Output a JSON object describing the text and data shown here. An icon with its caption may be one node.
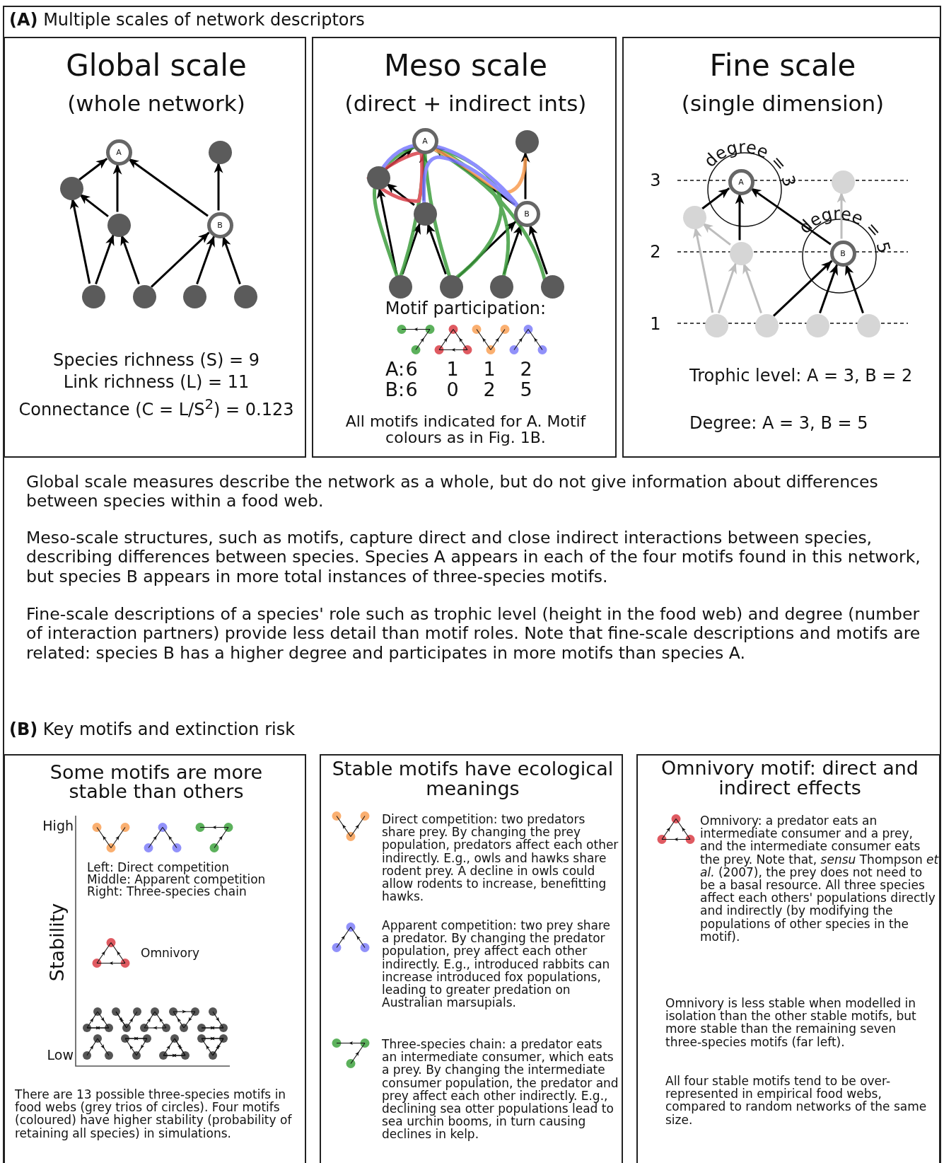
{
  "diagram": {
    "nodes": [
      {
        "text": [
          "Global scale",
          "(whole network)",
          "Species richness (S) =  9",
          "Link richness (L) = 11",
          "Connectance (C = L/S$^{2}$) = 0.123"
        ]
      },
      {
        "text": [
          "A"
        ],
        "in": 0
      },
      {
        "text": [],
        "shape": "circle",
        "in": 0
      },
      {
        "text": [],
        "shape": "circle",
        "in": 0
      },
      {
        "text": [],
        "shape": "circle",
        "in": 0
      },
      {
        "text": [
          "B"
        ],
        "in": 0
      },
      {
        "text": [],
        "shape": "circle",
        "in": 0
      },
      {
        "text": [],
        "shape": "circle",
        "in": 0
      },
      {
        "text": [],
        "shape": "circle",
        "in": 0
      },
      {
        "text": [],
        "shape": "circle",
        "in": 0
      },
      {
        "text": [
          "Meso scale",
          "(direct + indirect ints)",
          "Motif participation:",
          "All motifs indicated for A. Motif colours as in Fig. 1B."
        ]
      },
      {
        "text": [
          "A"
        ],
        "in": 10
      },
      {
        "text": [],
        "shape": "circle",
        "in": 10
      },
      {
        "text": [],
        "shape": "circle",
        "in": 10
      },
      {
        "text": [],
        "shape": "circle",
        "in": 10
      },
      {
        "text": [
          "B"
        ],
        "in": 10
      },
      {
        "text": [],
        "shape": "circle",
        "in": 10
      },
      {
        "text": [],
        "shape": "circle",
        "in": 10
      },
      {
        "text": [],
        "shape": "circle",
        "in": 10
      },
      {
        "text": [],
        "shape": "circle",
        "in": 10
      },
      {
        "text": [
          "Fine scale",
          "(single dimension)",
          "Trophic level: A = 3, B = 2",
          "Degree: A = 3, B = 5"
        ]
      },
      {
        "text": [
          "A"
        ],
        "in": 20
      },
      {
        "text": [],
        "shape": "circle",
        "in": 20
      },
      {
        "text": [],
        "shape": "circle",
        "in": 20
      },
      {
        "text": [],
        "shape": "circle",
        "in": 20
      },
      {
        "text": [
          "B"
        ],
        "in": 20
      },
      {
        "text": [],
        "shape": "circle",
        "in": 20
      },
      {
        "text": [],
        "shape": "circle",
        "in": 20
      },
      {
        "text": [],
        "shape": "circle",
        "in": 20
      },
      {
        "text": [],
        "shape": "circle",
        "in": 20
      },
      {
        "text": [
          "Some motifs are more stable than others",
          "There are 13 possible three-species motifs in food webs (grey trios of circles). Four motifs (coloured) have higher stability (probability of retaining all species) in simulations."
        ]
      },
      {
        "text": [
          "Stable motifs have ecological meanings",
          "Direct competition: two predators share prey. By changing the prey population, predators affect each other indirectly. E.g., owls and hawks share rodent prey. A decline in owls could allow rodents to increase, benefitting hawks.",
          "Apparent competition: two prey share a predator. By changing the predator population, prey affect each other indirectly. E.g., introduced rabbits can increase introduced fox populations, leading to greater predation on Australian marsupials.",
          "Three-species chain: a predator eats an intermediate consumer, which eats a prey. By changing the intermediate consumer population, the predator and prey affect each other indirectly. E.g., declining sea otter populations lead to sea urchin booms, in turn causing declines in kelp."
        ]
      },
      {
        "text": [
          "Omnivory motif: direct and indirect effects",
          "Omnivory: a predator eats an intermediate consumer and a prey, and the intermediate consumer eats the prey. Note that, *sensu* Thompson *et al.* (2007), the prey does not need to be a basal resource. All three species affect each others' populations directly and indirectly (by modifying the populations of other species in the motif).",
          "Omnivory is less stable when modelled in isolation than the other stable motifs, but more stable than the remaining seven three-species motifs (far left).",
          "All four stable motifs tend to be over-represented in empirical food webs, compared to random networks of the same size."
        ]
      }
    ],
    "edges": [
      {
        "from": 3,
        "to": 1,
        "arrow": "to"
      },
      {
        "from": 4,
        "to": 1,
        "arrow": "to"
      },
      {
        "from": 5,
        "to": 1,
        "arrow": "to"
      },
      {
        "from": 5,
        "to": 2,
        "arrow": "to"
      },
      {
        "from": 4,
        "to": 3,
        "arrow": "to"
      },
      {
        "from": 6,
        "to": 3,
        "arrow": "to"
      },
      {
        "from": 6,
        "to": 4,
        "arrow": "to"
      },
      {
        "from": 7,
        "to": 4,
        "arrow": "to"
      },
      {
        "from": 7,
        "to": 5,
        "arrow": "to"
      },
      {
        "from": 8,
        "to": 5,
        "arrow": "to"
      },
      {
        "from": 9,
        "to": 5,
        "arrow": "to"
      },
      {
        "from": 13,
        "to": 11,
        "arrow": "to"
      },
      {
        "from": 14,
        "to": 11,
        "arrow": "to"
      },
      {
        "from": 15,
        "to": 11,
        "arrow": "to"
      },
      {
        "from": 15,
        "to": 12,
        "arrow": "to"
      },
      {
        "from": 14,
        "to": 13,
        "arrow": "to"
      },
      {
        "from": 16,
        "to": 13,
        "arrow": "to"
      },
      {
        "from": 16,
        "to": 14,
        "arrow": "to"
      },
      {
        "from": 17,
        "to": 14,
        "arrow": "to"
      },
      {
        "from": 17,
        "to": 15,
        "arrow": "to"
      },
      {
        "from": 18,
        "to": 15,
        "arrow": "to"
      },
      {
        "from": 19,
        "to": 15,
        "arrow": "to"
      },
      {
        "from": 23,
        "to": 21,
        "arrow": "to"
      },
      {
        "from": 24,
        "to": 21,
        "arrow": "to"
      },
      {
        "from": 25,
        "to": 21,
        "arrow": "to"
      },
      {
        "from": 25,
        "to": 22,
        "arrow": "to",
        "color": "#bdbdbd"
      },
      {
        "from": 24,
        "to": 23,
        "arrow": "to",
        "color": "#bdbdbd"
      },
      {
        "from": 26,
        "to": 23,
        "arrow": "to",
        "color": "#bdbdbd"
      },
      {
        "from": 26,
        "to": 24,
        "arrow": "to",
        "color": "#bdbdbd"
      },
      {
        "from": 27,
        "to": 24,
        "arrow": "to",
        "color": "#bdbdbd"
      },
      {
        "from": 27,
        "to": 25,
        "arrow": "to"
      },
      {
        "from": 28,
        "to": 25,
        "arrow": "to"
      },
      {
        "from": 29,
        "to": 25,
        "arrow": "to"
      }
    ],
    "labels": [
      "**(A)** Multiple scales of network descriptors",
      "A:",
      "6",
      "1",
      "1",
      "2",
      "B:",
      "6",
      "0",
      "2",
      "5",
      "3",
      "2",
      "1",
      "degree = 3",
      "degree = 5",
      "Global scale measures describe the network as a whole, but do not give information about differences between species within a food web.",
      "Meso-scale structures, such as motifs, capture direct and close indirect interactions between species, describing differences between species. Species A appears in each of the four motifs found in this network, but species B appears in more total instances of three-species motifs.",
      "Fine-scale descriptions of a species' role such as trophic level (height in the food web) and degree (number of interaction partners) provide less detail than motif roles. Note that fine-scale descriptions and motifs are related: species B has a higher degree and participates in more motifs than species A.",
      "**(B)** Key motifs and extinction risk",
      "High",
      "Stability",
      "Low",
      "Left: Direct competition",
      "Middle: Apparent competition",
      "Right: Three-species chain",
      "Omnivory"
    ]
  }
}
